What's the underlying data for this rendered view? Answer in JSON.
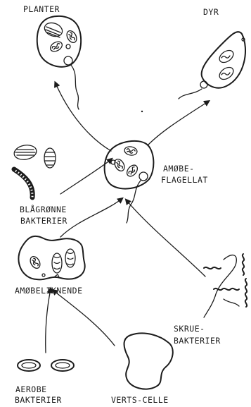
{
  "labels": {
    "planter": "PLANTER",
    "dyr": "DYR",
    "amobe_flagellat_1": "AMØBE-",
    "amobe_flagellat_2": "FLAGELLAT",
    "blagronne_1": "BLÅGRØNNE",
    "blagronne_2": "BAKTERIER",
    "amobeliknende": "AMØBELIKNENDE",
    "skrue_1": "SKRUE-",
    "skrue_2": "BAKTERIER",
    "aerobe_1": "AEROBE",
    "aerobe_2": "BAKTERIER",
    "verts_celle": "VERTS-CELLE"
  },
  "colors": {
    "ink": "#1c1c1c",
    "paper": "#ffffff"
  }
}
